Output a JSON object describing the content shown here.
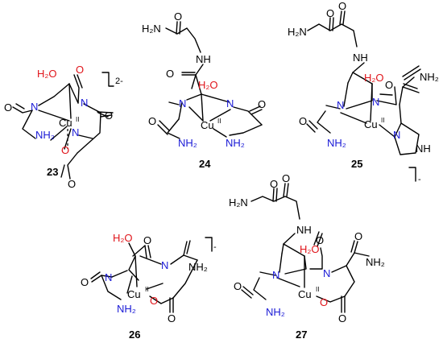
{
  "atoms": {
    "water": "H₂O",
    "copper": "Cu",
    "copper_ox": "II",
    "nitrogen": "N",
    "oxygen": "O",
    "amine": "NH₂",
    "amine_left": "H₂N",
    "amide_nh": "NH",
    "imidazole_nh": "NH"
  },
  "charges": {
    "c23": "2-",
    "c25": "-",
    "c26": "-"
  },
  "compounds": [
    "23",
    "24",
    "25",
    "26",
    "27"
  ]
}
